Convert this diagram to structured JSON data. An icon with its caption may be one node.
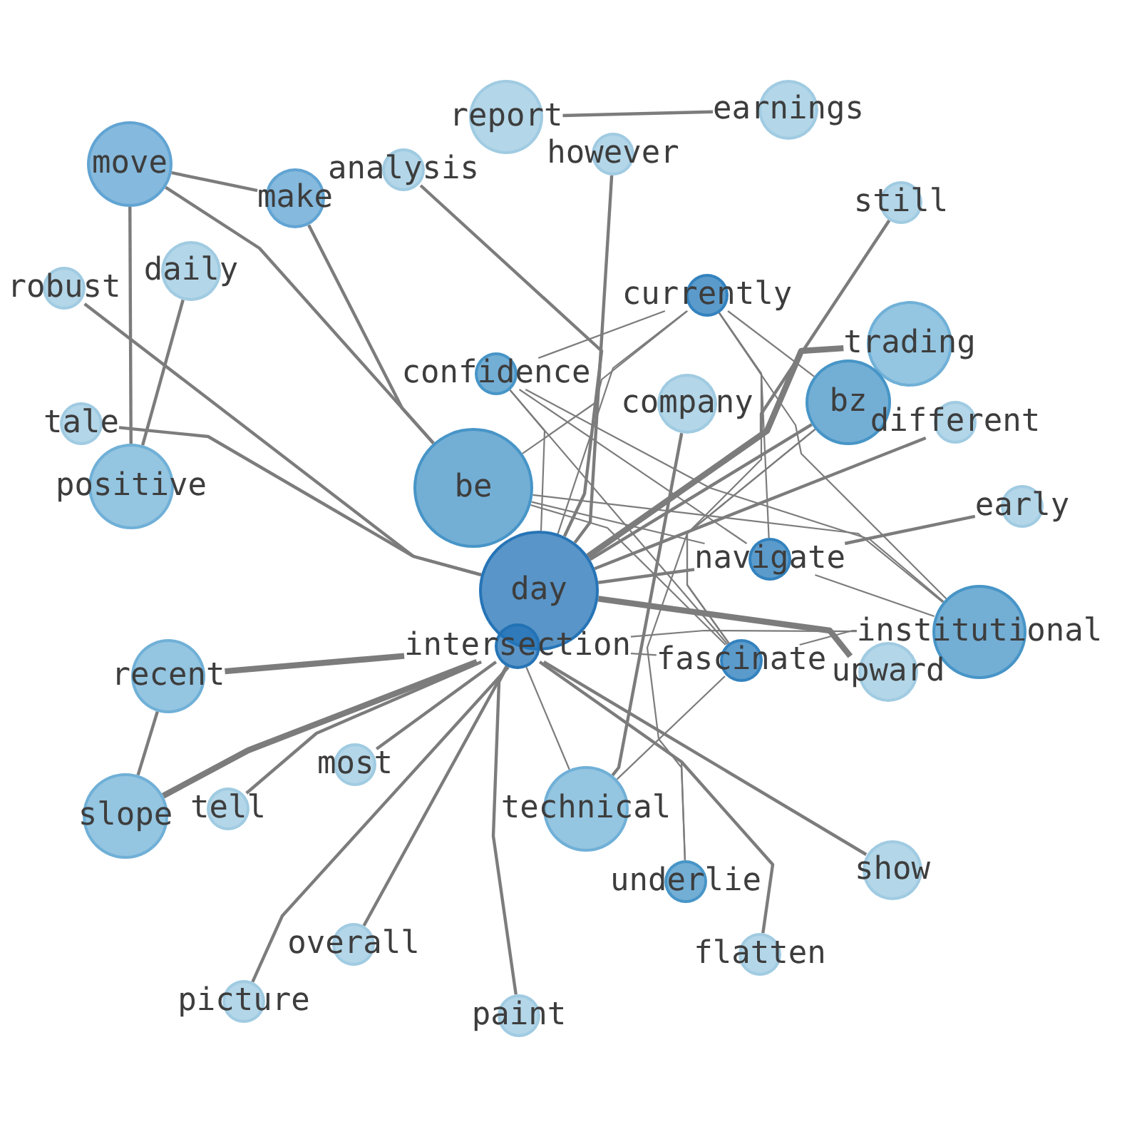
{
  "diagram": {
    "nodes": [
      {
        "text": [
          "report"
        ]
      },
      {
        "text": [
          "however"
        ]
      },
      {
        "text": [
          "earnings"
        ]
      },
      {
        "text": [
          "move"
        ]
      },
      {
        "text": [
          "analysis"
        ]
      },
      {
        "text": [
          "make"
        ]
      },
      {
        "text": [
          "still"
        ]
      },
      {
        "text": [
          "daily"
        ]
      },
      {
        "text": [
          "robust"
        ]
      },
      {
        "text": [
          "currently"
        ]
      },
      {
        "text": [
          "trading"
        ]
      },
      {
        "text": [
          "confidence"
        ]
      },
      {
        "text": [
          "company"
        ]
      },
      {
        "text": [
          "bz"
        ]
      },
      {
        "text": [
          "different"
        ]
      },
      {
        "text": [
          "tale"
        ]
      },
      {
        "text": [
          "positive"
        ]
      },
      {
        "text": [
          "be"
        ]
      },
      {
        "text": [
          "early"
        ]
      },
      {
        "text": [
          "navigate"
        ]
      },
      {
        "text": [
          "day"
        ]
      },
      {
        "text": [
          "intersection"
        ]
      },
      {
        "text": [
          "institutional"
        ]
      },
      {
        "text": [
          "fascinate"
        ]
      },
      {
        "text": [
          "upward"
        ]
      },
      {
        "text": [
          "recent"
        ]
      },
      {
        "text": [
          "most"
        ]
      },
      {
        "text": [
          "tell"
        ]
      },
      {
        "text": [
          "slope"
        ]
      },
      {
        "text": [
          "technical"
        ]
      },
      {
        "text": [
          "show"
        ]
      },
      {
        "text": [
          "underlie"
        ]
      },
      {
        "text": [
          "overall"
        ]
      },
      {
        "text": [
          "flatten"
        ]
      },
      {
        "text": [
          "picture"
        ]
      },
      {
        "text": [
          "paint"
        ]
      }
    ],
    "edges": [
      {
        "from": 0,
        "to": 2,
        "arrow": "none"
      },
      {
        "from": 1,
        "to": 20,
        "arrow": "none"
      },
      {
        "from": 3,
        "to": 5,
        "arrow": "none"
      },
      {
        "from": 3,
        "to": 17,
        "arrow": "none"
      },
      {
        "from": 3,
        "to": 16,
        "arrow": "none"
      },
      {
        "from": 7,
        "to": 16,
        "arrow": "none"
      },
      {
        "from": 8,
        "to": 20,
        "arrow": "none"
      },
      {
        "from": 15,
        "to": 20,
        "arrow": "none"
      },
      {
        "from": 5,
        "to": 17,
        "arrow": "none"
      },
      {
        "from": 4,
        "to": 20,
        "arrow": "none"
      },
      {
        "from": 6,
        "to": 20,
        "arrow": "none"
      },
      {
        "from": 9,
        "to": 11,
        "arrow": "none"
      },
      {
        "from": 9,
        "to": 17,
        "arrow": "none"
      },
      {
        "from": 9,
        "to": 20,
        "arrow": "none"
      },
      {
        "from": 9,
        "to": 19,
        "arrow": "none"
      },
      {
        "from": 9,
        "to": 23,
        "arrow": "none"
      },
      {
        "from": 9,
        "to": 13,
        "arrow": "none"
      },
      {
        "from": 9,
        "to": 22,
        "arrow": "none"
      },
      {
        "from": 11,
        "to": 20,
        "arrow": "none"
      },
      {
        "from": 11,
        "to": 19,
        "arrow": "none"
      },
      {
        "from": 11,
        "to": 23,
        "arrow": "none"
      },
      {
        "from": 11,
        "to": 22,
        "arrow": "none"
      },
      {
        "from": 12,
        "to": 29,
        "arrow": "none"
      },
      {
        "from": 20,
        "to": 10,
        "arrow": "none",
        "style": "thick"
      },
      {
        "from": 20,
        "to": 13,
        "arrow": "none"
      },
      {
        "from": 20,
        "to": 14,
        "arrow": "none"
      },
      {
        "from": 19,
        "to": 18,
        "arrow": "none"
      },
      {
        "from": 20,
        "to": 19,
        "arrow": "none"
      },
      {
        "from": 17,
        "to": 19,
        "arrow": "none"
      },
      {
        "from": 17,
        "to": 22,
        "arrow": "none"
      },
      {
        "from": 19,
        "to": 22,
        "arrow": "none"
      },
      {
        "from": 17,
        "to": 23,
        "arrow": "none"
      },
      {
        "from": 21,
        "to": 22,
        "arrow": "none"
      },
      {
        "from": 21,
        "to": 23,
        "arrow": "none"
      },
      {
        "from": 23,
        "to": 22,
        "arrow": "none"
      },
      {
        "from": 20,
        "to": 24,
        "arrow": "none",
        "style": "thick"
      },
      {
        "from": 13,
        "to": 23,
        "arrow": "none"
      },
      {
        "from": 13,
        "to": 31,
        "arrow": "none"
      },
      {
        "from": 23,
        "to": 29,
        "arrow": "none"
      },
      {
        "from": 21,
        "to": 29,
        "arrow": "none"
      },
      {
        "from": 21,
        "to": 31,
        "arrow": "none"
      },
      {
        "from": 21,
        "to": 30,
        "arrow": "none"
      },
      {
        "from": 21,
        "to": 33,
        "arrow": "none"
      },
      {
        "from": 25,
        "to": 21,
        "arrow": "none",
        "style": "thick"
      },
      {
        "from": 25,
        "to": 28,
        "arrow": "none"
      },
      {
        "from": 28,
        "to": 21,
        "arrow": "none",
        "style": "thick"
      },
      {
        "from": 27,
        "to": 21,
        "arrow": "none"
      },
      {
        "from": 26,
        "to": 21,
        "arrow": "none"
      },
      {
        "from": 32,
        "to": 21,
        "arrow": "none"
      },
      {
        "from": 34,
        "to": 21,
        "arrow": "none"
      },
      {
        "from": 35,
        "to": 21,
        "arrow": "none"
      }
    ]
  }
}
